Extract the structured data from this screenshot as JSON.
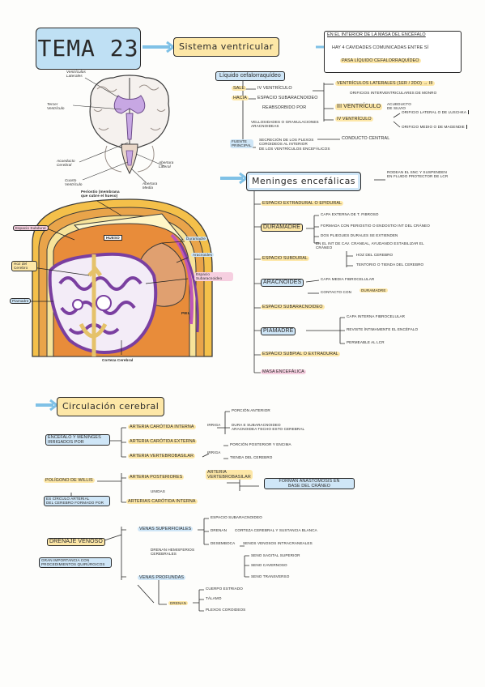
{
  "header": {
    "topic": "TEMA 23",
    "section1": "Sistema ventricular",
    "section1_box_l1": "EN EL INTERIOR DE LA MASA DEL ENCÉFALO",
    "section1_box_l2": "HAY 4 CAVIDADES COMUNICADAS ENTRE SÍ",
    "section1_box_l3": "PASA LÍQUIDO CEFALORRAQUÍDEO"
  },
  "brain_top_labels": {
    "v_laterales": "Ventrículos\nLaterales",
    "tercer": "Tercer\nVentrículo",
    "acueducto": "Acueducto\nCerebral",
    "cuarto": "Cuarto\nVentrículo",
    "ap_lateral": "Abertura\nLateral",
    "ap_media": "Abertura\nMedia"
  },
  "lcr": {
    "title": "Líquido cefalorraquídeo",
    "sale": "SALE",
    "sale_to": "IV VENTRÍCULO",
    "hacia": "HACIA",
    "hacia_to": "ESPACIO SUBARACNOIDEO",
    "reabsorbido": "REABSORBIDO POR",
    "vellosidades": "VELLOSIDADES O GRANULACIONES\nARACNOIDEAS",
    "fuente": "FUENTE\nPRINCIPAL",
    "secrecion": "SECRECIÓN DE LOS PLEXOS\nCOROIDEOS AL INTERIOR\nDE LOS VENTRÍCULOS ENCEFÁLICOS",
    "vl": "VENTRÍCULOS LATERALES (1ER / 2DO) → III",
    "vl_sub": "ORIFICIOS INTERVENTRICULARES DE MONRO",
    "iii": "III VENTRÍCULO",
    "acueducto": "ACUEDUCTO\nDE SILVIO",
    "iv": "IV VENTRÍCULO",
    "iv_1": "ORIFICIO LATERAL O DE LUSCHKA",
    "iv_2": "ORIFICIO MEDIO O DE MAGENDIE",
    "conducto": "CONDUCTO CENTRAL"
  },
  "brain_big_labels": {
    "periostio": "Periostio (membrana\nque cubre el hueso)",
    "hueso": "HUESO",
    "espacio_subdural": "Espacio Subdural",
    "duramadre": "Duramadre",
    "aracnoides": "Aracnoides",
    "hoz": "Hoz del\nCerebro",
    "subaracnoideo": "Espacio\nSubaracnoideo",
    "piamadre": "Piamadre",
    "piel": "PIEL",
    "corteza": "Corteza Cerebral"
  },
  "meninges": {
    "title": "Meninges encefálicas",
    "desc": "RODEAN EL SNC Y SUSPENDEN\nEN FLUIDO PROTECTOR DE LCR",
    "epidural": "ESPACIO EXTRADURAL O EPIDURAL",
    "duramadre": "DURAMADRE",
    "dm_1": "CAPA EXTERNA DE T. FIBROSO",
    "dm_2": "FORMADA CON PERIOSTIO O ENDOSTIO INT DEL CRÁNEO",
    "dm_3": "DOS PLIEGUES DURALES SE EXTIENDEN",
    "dm_4": "EN EL INT DE CAV. CRANEAL, AYUDANDO ESTABILIZAR EL\nCRÁNEO",
    "dm_hoz": "HOZ DEL CEREBRO",
    "dm_tentorio": "TENTORIO O TIENDA DEL CEREBRO",
    "subdural": "ESPACIO SUBDURAL",
    "aracnoides": "ARACNOIDES",
    "ar_1": "CAPA MEDIA FIBROCELULAR",
    "ar_2": "CONTACTO CON",
    "ar_2b": "DURAMADRE",
    "subaracnoideo": "ESPACIO SUBARACNOIDEO",
    "piamadre": "PIAMADRE",
    "pm_1": "CAPA INTERNA FIBROCELULAR",
    "pm_2": "REVISTE ÍNTIMAMENTE EL ENCÉFALO",
    "pm_3": "PERMEABLE AL LCR",
    "subpial": "ESPACIO SUBPIAL O EXTRADURAL",
    "masa": "MASA ENCEFÁLICA"
  },
  "circulacion": {
    "title": "Circulación cerebral",
    "encefalo": "ENCÉFALO Y MENINGES\nIRRIGADOS POR",
    "carotida_int": "ARTERIA CARÓTIDA INTERNA",
    "carotida_ext": "ARTERIA CARÓTIDA EXTERNA",
    "vertebrobasilar": "ARTERIA VERTEBROBASILAR",
    "irriga": "IRRIGA",
    "ci_1": "PORCIÓN ANTERIOR",
    "ci_2": "DURA E SUBARACNOIDEO\nARACNOIDEA TECHO ESTO CEREBRAL",
    "irriga2": "IRRIGA",
    "vb_1": "PORCIÓN POSTERIOR Y ENCIMA",
    "vb_2": "TIENDA DEL CEREBRO",
    "poligono": "POLÍGONO DE WILLIS",
    "poligono_desc": "ES CÍRCULO ARTERIAL\nDEL CEREBRO FORMADO POR",
    "art_post": "ARTERIA POSTERIORES",
    "unidas": "UNIDAS",
    "art_carotida": "ARTERIAS CARÓTIDA INTERNA",
    "art_vb": "ARTERIA\nVERTEBROBASILAR",
    "forman": "FORMAN ANASTOMOSIS EN\nBASE DEL CRÁNEO",
    "drenaje": "DRENAJE VENOSO",
    "drenaje_desc": "GRAN IMPORTANCIA CON\nPROCEDIMIENTOS QUIRÚRGICOS",
    "venas_sup": "VENAS SUPERFICIALES",
    "venas_prof": "VENAS PROFUNDAS",
    "drenan_hem": "DRENAN HEMISFERIOS\nCEREBRALES",
    "vs_esp": "ESPACIO SUBARACNOIDEO",
    "vs_drenan": "DRENAN",
    "vs_drenan_to": "CORTEZA CEREBRAL Y SUSTANCIA BLANCA",
    "vs_desemboca": "DESEMBOCA",
    "vs_senos": "SENOS VENOSOS INTRACRANEALES",
    "seno_1": "SENO SAGITAL SUPERIOR",
    "seno_2": "SENO CAVERNOSO",
    "seno_3": "SENO TRANSVERSO",
    "vp_drenan": "DRENAN",
    "vp_1": "CUERPO ESTRIADO",
    "vp_2": "TÁLAMO",
    "vp_3": "PLEXOS COROIDEOS"
  },
  "colors": {
    "blue": "#bfe0f4",
    "yellow": "#fde7a7",
    "pink": "#f6cfe0",
    "purple": "#7a3fa0",
    "orange": "#f0a334"
  }
}
